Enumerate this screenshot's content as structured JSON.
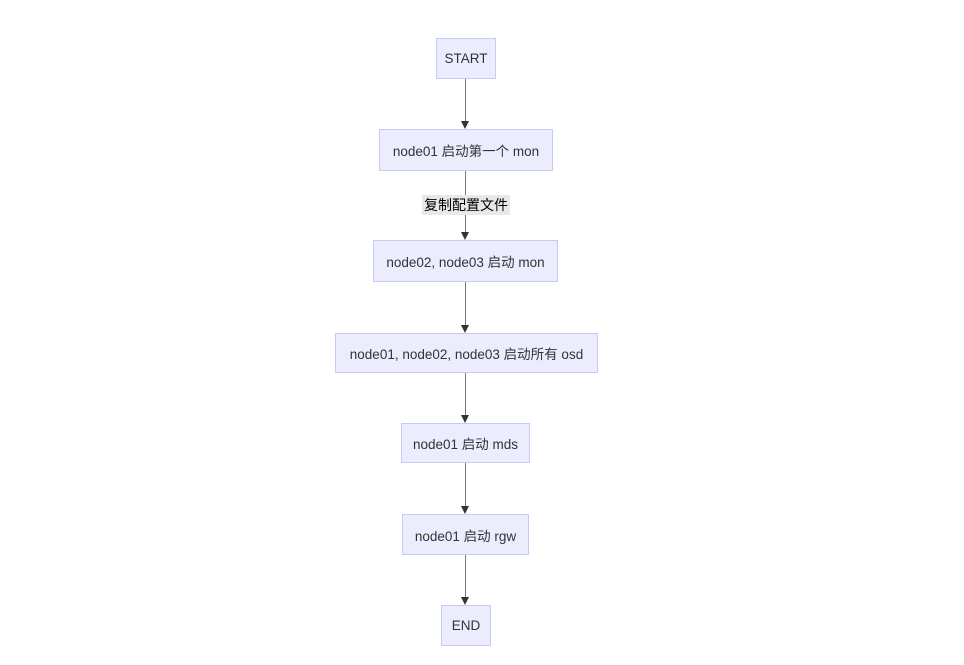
{
  "diagram": {
    "type": "flowchart",
    "direction": "top-down",
    "nodes": [
      {
        "id": "start",
        "label": "START"
      },
      {
        "id": "mon1",
        "label": "node01 启动第一个 mon"
      },
      {
        "id": "mon23",
        "label": "node02, node03 启动 mon"
      },
      {
        "id": "osd",
        "label": "node01, node02, node03 启动所有 osd"
      },
      {
        "id": "mds",
        "label": "node01 启动 mds"
      },
      {
        "id": "rgw",
        "label": "node01 启动 rgw"
      },
      {
        "id": "end",
        "label": "END"
      }
    ],
    "edges": [
      {
        "from": "start",
        "to": "mon1",
        "label": ""
      },
      {
        "from": "mon1",
        "to": "mon23",
        "label": "复制配置文件"
      },
      {
        "from": "mon23",
        "to": "osd",
        "label": ""
      },
      {
        "from": "osd",
        "to": "mds",
        "label": ""
      },
      {
        "from": "mds",
        "to": "rgw",
        "label": ""
      },
      {
        "from": "rgw",
        "to": "end",
        "label": ""
      }
    ],
    "colors": {
      "background": "#ffffff",
      "node_fill": "#ececff",
      "node_border": "#c9c9f2",
      "node_text": "#333333",
      "edge_line": "#777777",
      "arrowhead": "#333333",
      "edge_label_bg": "#e8e8e8",
      "edge_label_text": "#000000"
    }
  }
}
